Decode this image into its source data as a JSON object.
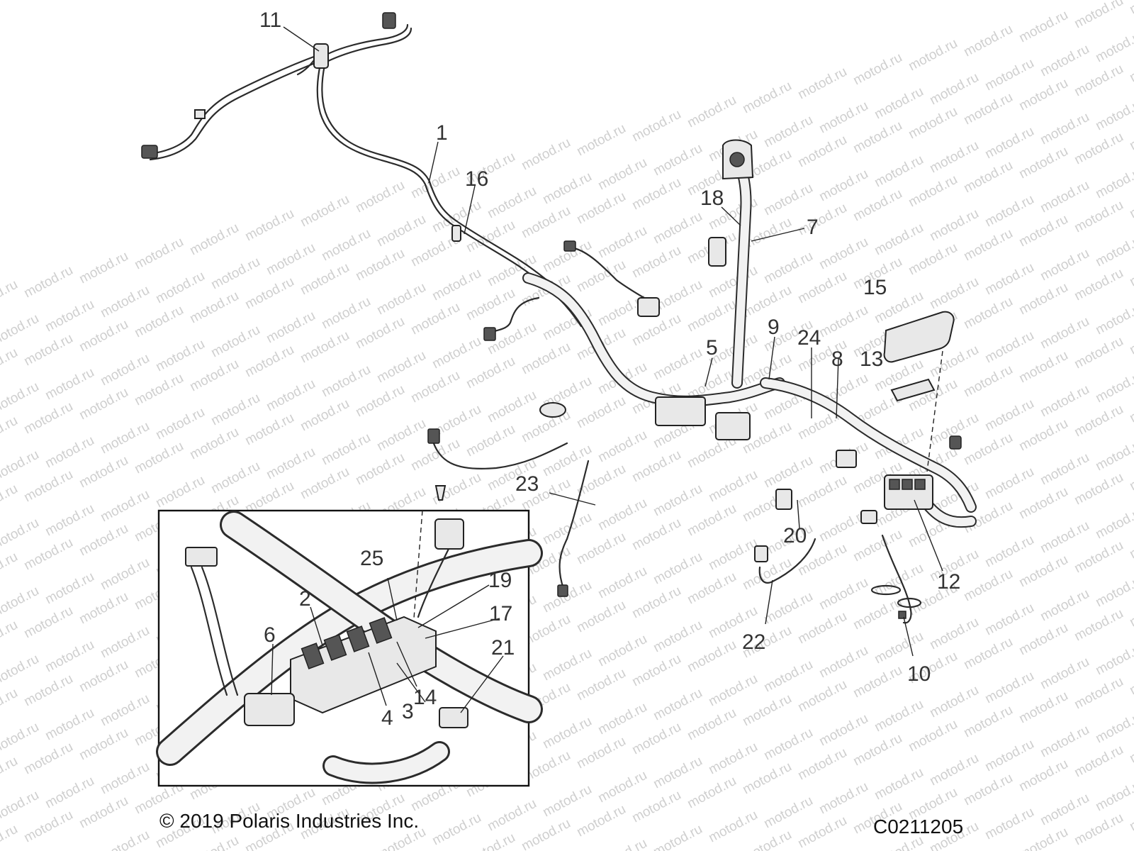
{
  "watermark": "motod.ru",
  "callouts_main": [
    "1",
    "5",
    "7",
    "8",
    "9",
    "10",
    "11",
    "12",
    "13",
    "15",
    "16",
    "18",
    "20",
    "22",
    "23",
    "24"
  ],
  "callouts_inset": [
    "2",
    "3",
    "4",
    "6",
    "14",
    "17",
    "19",
    "21",
    "25"
  ],
  "footer": {
    "copyright": "© 2019 Polaris Industries Inc.",
    "code": "C0211205"
  },
  "colors": {
    "line": "#2b2b2b",
    "fill": "#e8e8e8",
    "watermark": "#cfcfcf"
  }
}
